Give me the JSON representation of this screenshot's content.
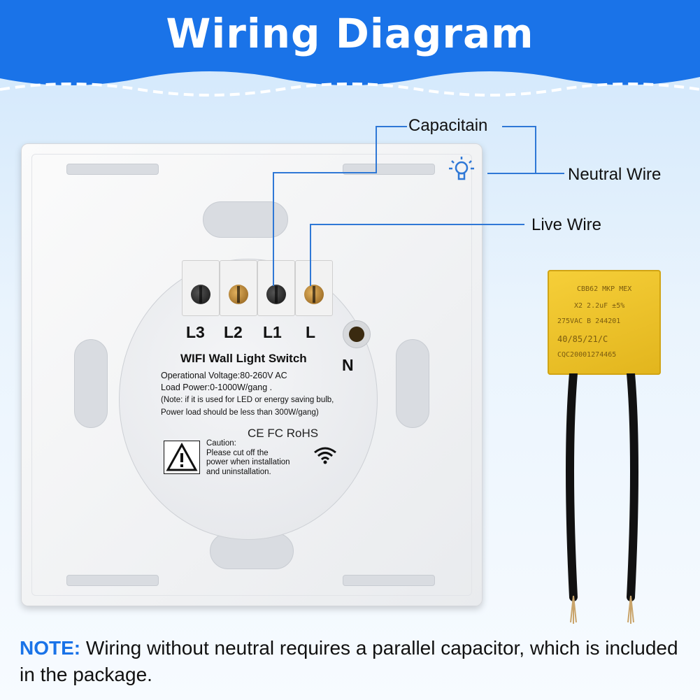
{
  "banner": {
    "title": "Wiring Diagram",
    "color": "#1a73e8"
  },
  "callouts": {
    "capacitor": "Capacitain",
    "neutral": "Neutral Wire",
    "live": "Live Wire"
  },
  "switch": {
    "terminals": [
      "L3",
      "L2",
      "L1",
      "L"
    ],
    "neutral_terminal": "N",
    "title": "WIFI Wall Light Switch",
    "specs": [
      "Operational Voltage:80-260V AC",
      "Load Power:0-1000W/gang .",
      "(Note: if it is used for LED or energy saving bulb,",
      "Power load should be less than 300W/gang)"
    ],
    "certifications": "CE FC RoHS",
    "caution": [
      "Caution:",
      "Please cut off the",
      "power when installation",
      "and uninstallation."
    ]
  },
  "capacitor_print": [
    "CBB62 MKP MEX",
    "X2  2.2uF  ±5%",
    "275VAC   B   244201",
    "40/85/21/C",
    "CQC20001274465"
  ],
  "note": {
    "label": "NOTE:",
    "text": " Wiring without neutral requires a parallel capacitor, which is included in the package."
  }
}
